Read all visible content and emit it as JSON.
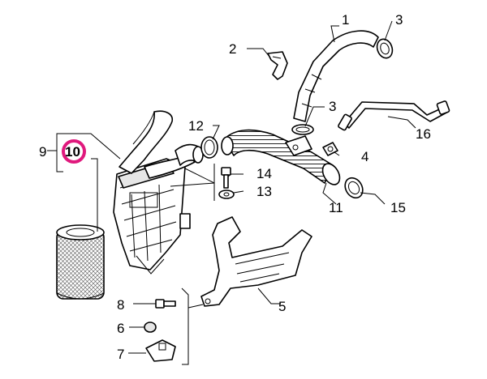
{
  "callouts": {
    "c1": "1",
    "c2": "2",
    "c3a": "3",
    "c3b": "3",
    "c4": "4",
    "c5": "5",
    "c6": "6",
    "c7": "7",
    "c8": "8",
    "c9": "9",
    "c10": "10",
    "c11": "11",
    "c12": "12",
    "c13": "13",
    "c14": "14",
    "c15": "15",
    "c16": "16"
  },
  "highlight": {
    "callout": "10",
    "ring_color": "#e0197d"
  }
}
